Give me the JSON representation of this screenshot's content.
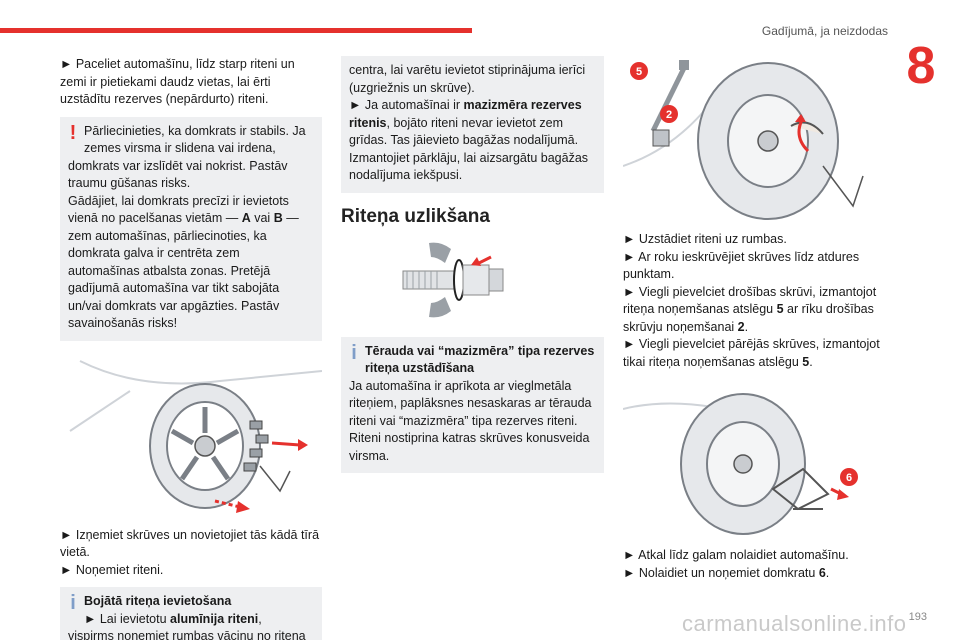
{
  "header": {
    "title": "Gadījumā, ja neizdodas",
    "chapter": "8"
  },
  "col1": {
    "p1": "► Paceliet automašīnu, līdz starp riteni un zemi ir pietiekami daudz vietas, lai ērti uzstādītu rezerves (nepārdurto) riteni.",
    "warn_mark": "!",
    "warn_first": "Pārliecinieties, ka domkrats ir stabils. Ja zemes virsma ir slidena vai irdena,",
    "warn_rest1": "domkrats var izslīdēt vai nokrist. Pastāv traumu gūšanas risks.",
    "warn_rest2a": "Gādājiet, lai domkrats precīzi ir ievietots vienā no pacelšanas vietām — ",
    "warn_A": "A",
    "warn_vai": " vai ",
    "warn_B": "B",
    "warn_rest2b": " — zem automašīnas, pārliecinoties, ka domkrata galva ir centrēta zem automašīnas atbalsta zonas. Pretējā gadījumā automašīna var tikt sabojāta un/vai domkrats var apgāzties. Pastāv savainošanās risks!",
    "p2a": "► Izņemiet skrūves un novietojiet tās kādā tīrā vietā.",
    "p2b": "► Noņemiet riteni.",
    "info_mark": "i",
    "info_title": "Bojātā riteņa ievietošana",
    "info_line1a": "► Lai ievietotu ",
    "info_line1b": "alumīnija riteni",
    "info_line1c": ",",
    "info_rest": "vispirms noņemiet rumbas vāciņu no riteņa"
  },
  "col2": {
    "box_text1": "centra, lai varētu ievietot stiprinājuma ierīci (uzgriežnis un skrūve).",
    "box_text2a": "► Ja automašīnai ir ",
    "box_text2b": "mazizmēra rezerves ritenis",
    "box_text2c": ", bojāto riteni nevar ievietot zem grīdas. Tas jāievieto bagāžas nodalījumā. Izmantojiet pārklāju, lai aizsargātu bagāžas nodalījuma iekšpusi.",
    "section_title": "Riteņa uzlikšana",
    "info_mark": "i",
    "info_title": "Tērauda vai “mazizmēra” tipa rezerves riteņa uzstādīšana",
    "info_rest": "Ja automašīna ir aprīkota ar vieglmetāla riteņiem, paplāksnes nesaskaras ar tērauda riteni vai “mazizmēra” tipa rezerves riteni. Riteni nostiprina katras skrūves konusveida virsma."
  },
  "col3": {
    "badge5": "5",
    "badge2": "2",
    "badge6": "6",
    "l1": "► Uzstādiet riteni uz rumbas.",
    "l2": "► Ar roku ieskrūvējiet skrūves līdz atdures punktam.",
    "l3a": "► Viegli pievelciet drošības skrūvi, izmantojot riteņa noņemšanas atslēgu ",
    "l3b": "5",
    "l3c": " ar rīku drošības skrūvju noņemšanai ",
    "l3d": "2",
    "l3e": ".",
    "l4a": "► Viegli pievelciet pārējās skrūves, izmantojot tikai riteņa noņemšanas atslēgu ",
    "l4b": "5",
    "l4c": ".",
    "l5": "► Atkal līdz galam nolaidiet automašīnu.",
    "l6a": "► Nolaidiet un noņemiet domkratu ",
    "l6b": "6",
    "l6c": "."
  },
  "footer": {
    "page": "193",
    "watermark": "carmanualsonline.info"
  }
}
